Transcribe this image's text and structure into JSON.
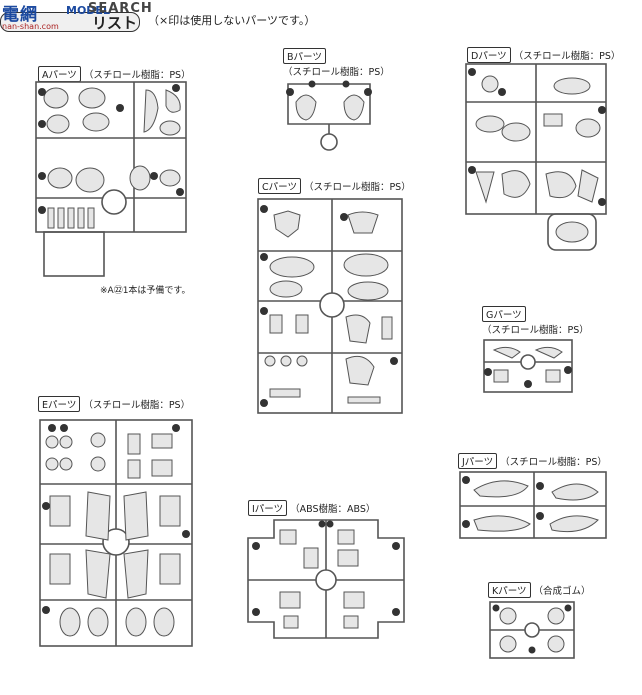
{
  "header": {
    "logo_text": "電網",
    "logo_en": "MODEL",
    "logo_url": "nan-shan.com",
    "search_text": "SEARCH",
    "title": "リスト",
    "note": "（×印は使用しないパーツです。）"
  },
  "sprues": {
    "A": {
      "label": "Aパーツ",
      "material": "（スチロール樹脂：PS）",
      "footnote": "※A㉒1本は予備です。"
    },
    "B": {
      "label": "Bパーツ",
      "material": "（スチロール樹脂：PS）"
    },
    "C": {
      "label": "Cパーツ",
      "material": "（スチロール樹脂：PS）"
    },
    "D": {
      "label": "Dパーツ",
      "material": "（スチロール樹脂：PS）"
    },
    "E": {
      "label": "Eパーツ",
      "material": "（スチロール樹脂：PS）"
    },
    "G": {
      "label": "Gパーツ",
      "material": "（スチロール樹脂：PS）"
    },
    "I": {
      "label": "Iパーツ",
      "material": "（ABS樹脂：ABS）"
    },
    "J": {
      "label": "Jパーツ",
      "material": "（スチロール樹脂：PS）"
    },
    "K": {
      "label": "Kパーツ",
      "material": "（合成ゴム）"
    }
  },
  "icons": [
    "runner-frame-icon",
    "part-number-icon"
  ]
}
